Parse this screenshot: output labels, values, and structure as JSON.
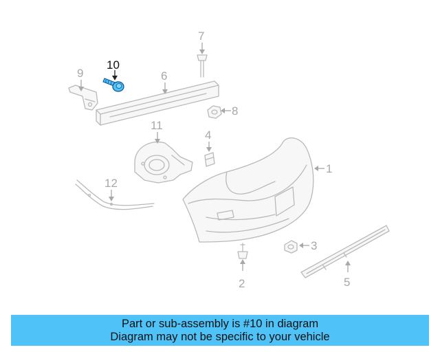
{
  "diagram": {
    "highlight_color": "#4fc3f7",
    "callouts": {
      "c1": "1",
      "c2": "2",
      "c3": "3",
      "c4": "4",
      "c5": "5",
      "c6": "6",
      "c7": "7",
      "c8": "8",
      "c9": "9",
      "c10": "10",
      "c11": "11",
      "c12": "12"
    },
    "highlighted_callout": "10"
  },
  "banner": {
    "line1": "Part or sub-assembly is #10 in diagram",
    "line2": "Diagram may not be specific to your vehicle",
    "background": "#4fc3f7"
  }
}
